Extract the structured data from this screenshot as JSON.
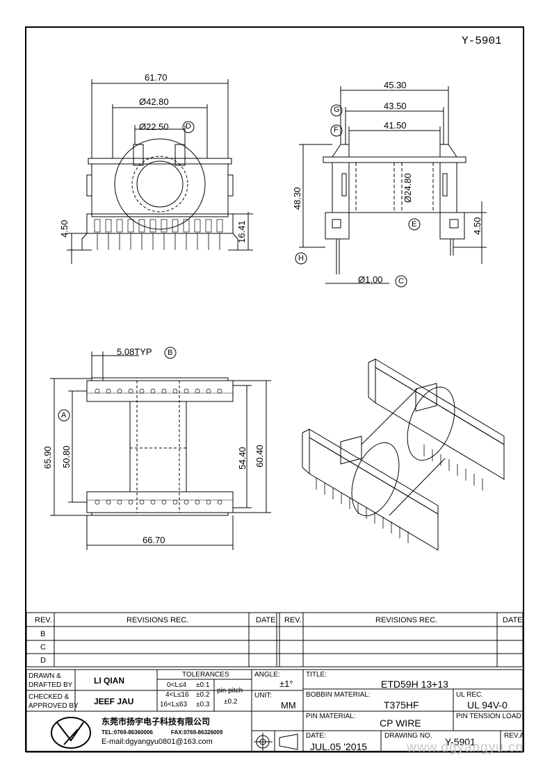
{
  "drawing_number": "Y-5901",
  "dimensions": {
    "front_width": "61.70",
    "front_dia_outer": "Ø42.80",
    "front_dia_inner": "Ø22.50",
    "front_left_pin": "4.50",
    "front_right_height": "16.41",
    "side_total": "45.30",
    "side_mid": "43.50",
    "side_inner": "41.50",
    "side_height": "48.30",
    "side_core_dia": "Ø24.80",
    "side_pin_len": "4.50",
    "side_pin_dia": "Ø1.00",
    "pin_pitch": "5.08TYP",
    "bottom_left_total": "65.90",
    "bottom_left_inner": "50.80",
    "bottom_right_inner": "54.40",
    "bottom_right_total": "60.40",
    "bottom_width": "66.70"
  },
  "callouts": [
    "A",
    "B",
    "C",
    "D",
    "E",
    "F",
    "G",
    "H"
  ],
  "revisions": {
    "header_rev": "REV.",
    "header_rec": "REVISIONS   REC.",
    "header_date": "DATE",
    "rows": [
      "B",
      "C",
      "D"
    ]
  },
  "title_block": {
    "drawn_label": "DRAWN &\nDRAFTED BY",
    "drawn_value": "LI QIAN",
    "checked_label": "CHECKED &\nAPPROVED BY",
    "checked_value": "JEEF JAU",
    "tolerances_label": "TOLERANCES",
    "tol_row1": "0<L≤4",
    "tol_row1_val": "±0.1",
    "tol_row2": "4<L≤16",
    "tol_row2_val": "±0.2",
    "tol_row3": "16<L≤63",
    "tol_row3_val": "±0.3",
    "pin_pitch_label": "pin pitch",
    "pin_pitch_val": "±0.2",
    "angle_label": "ANGLE:",
    "angle_value": "±1°",
    "unit_label": "UNIT:",
    "unit_value": "MM",
    "title_label": "TITLE:",
    "title_value": "ETD59H  13+13",
    "bobbin_label": "BOBBIN MATERIAL:",
    "bobbin_value": "T375HF",
    "ul_label": "UL REC.",
    "ul_value": "UL 94V-0",
    "pin_mat_label": "PIN MATERIAL:",
    "pin_mat_value": "CP WIRE",
    "pin_tension_label": "PIN TENSION LOAD:",
    "date_label": "DATE:",
    "date_value": "JUL.05  '2015",
    "drawing_no_label": "DRAWING NO.",
    "drawing_no_value": "Y-5901",
    "rev_label": "REV.A",
    "company_cn": "东莞市扬宇电子科技有限公司",
    "company_tel": "TEL:0769-86360006",
    "company_fax": "FAX:0769-86326009",
    "company_email": "E-mail:dgyangyu0801@163.com"
  },
  "watermark": "www.dgyangyu.cn"
}
